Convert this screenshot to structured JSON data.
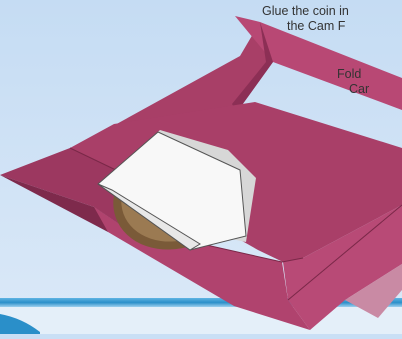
{
  "instructions": {
    "line1": "Glue the coin in",
    "line2": "the Cam F",
    "line3": "Fold",
    "line4": "Car"
  },
  "colors": {
    "background": "#c9dff5",
    "band": "#2a8fc9",
    "card": "#b0436e",
    "card_dark": "#8f2f56",
    "coin": "#8a6a45",
    "holder": "#ffffff"
  }
}
